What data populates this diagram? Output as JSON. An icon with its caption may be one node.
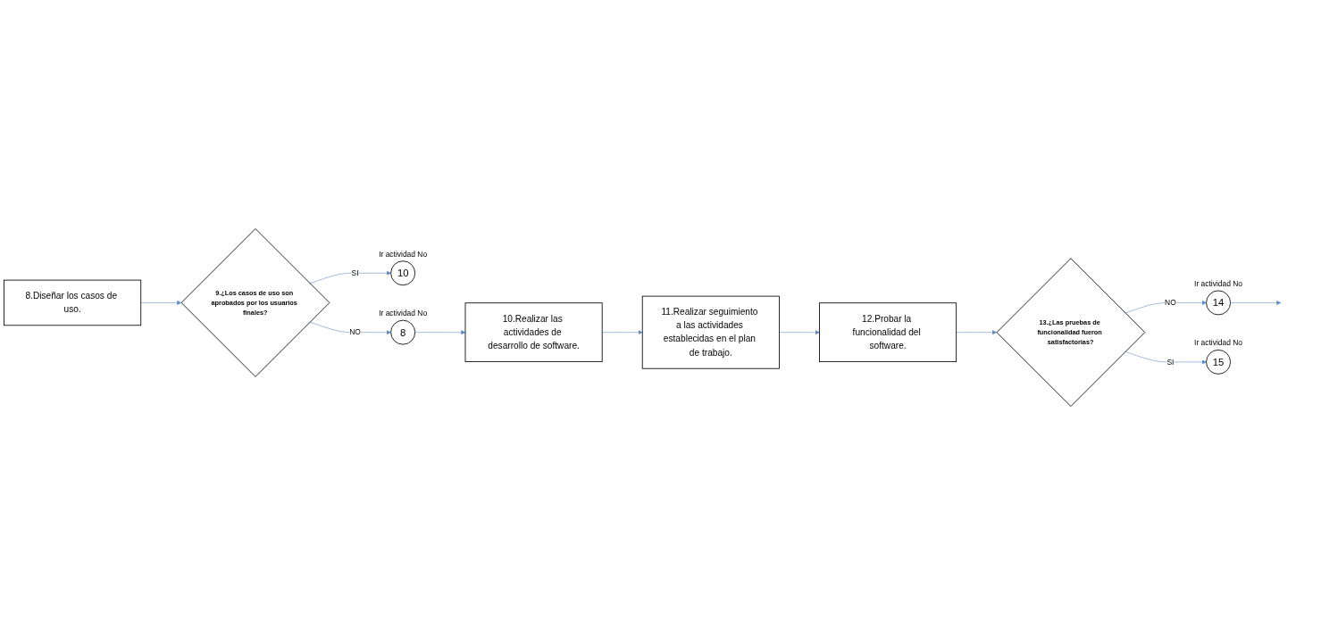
{
  "diagram": {
    "nodes": [
      {
        "text": [
          "8.Diseñar los casos de uso."
        ]
      },
      {
        "text": [
          "9.¿Los casos de uso son aprobados por los usuarios finales?"
        ]
      },
      {
        "text": [
          "8"
        ],
        "beside": [
          "Ir actividad No"
        ]
      },
      {
        "text": [
          "10.Realizar las actividades de desarrollo de software."
        ]
      },
      {
        "text": [
          "10"
        ],
        "beside": [
          "Ir actividad No"
        ]
      },
      {
        "text": [
          "11.Realizar seguimiento a las actividades establecidas en el plan de trabajo."
        ]
      },
      {
        "text": [
          "12.Probar la funcionalidad del software."
        ]
      },
      {
        "text": [
          "13.¿Las pruebas de funcionalidad fueron satisfactorias?"
        ]
      },
      {
        "text": [
          "15"
        ],
        "beside": [
          "Ir actividad No"
        ]
      },
      {
        "text": [
          "14"
        ],
        "beside": [
          "Ir actividad No"
        ]
      }
    ],
    "edges": [
      {
        "from": 0,
        "to": 1,
        "arrow": "to"
      },
      {
        "from": 1,
        "to": 2,
        "arrow": "to",
        "label": "NO"
      },
      {
        "from": 2,
        "to": 3,
        "arrow": "to"
      },
      {
        "from": 1,
        "to": 4,
        "arrow": "to",
        "label": "SI"
      },
      {
        "from": 3,
        "to": 5,
        "arrow": "to"
      },
      {
        "from": 5,
        "to": 6,
        "arrow": "to"
      },
      {
        "from": 6,
        "to": 7,
        "arrow": "to"
      },
      {
        "from": 7,
        "to": 8,
        "arrow": "to",
        "label": "SI"
      },
      {
        "from": 7,
        "to": 9,
        "arrow": "to",
        "label": "NO"
      },
      {
        "from": 9,
        "to": null,
        "arrow": "to"
      }
    ]
  }
}
